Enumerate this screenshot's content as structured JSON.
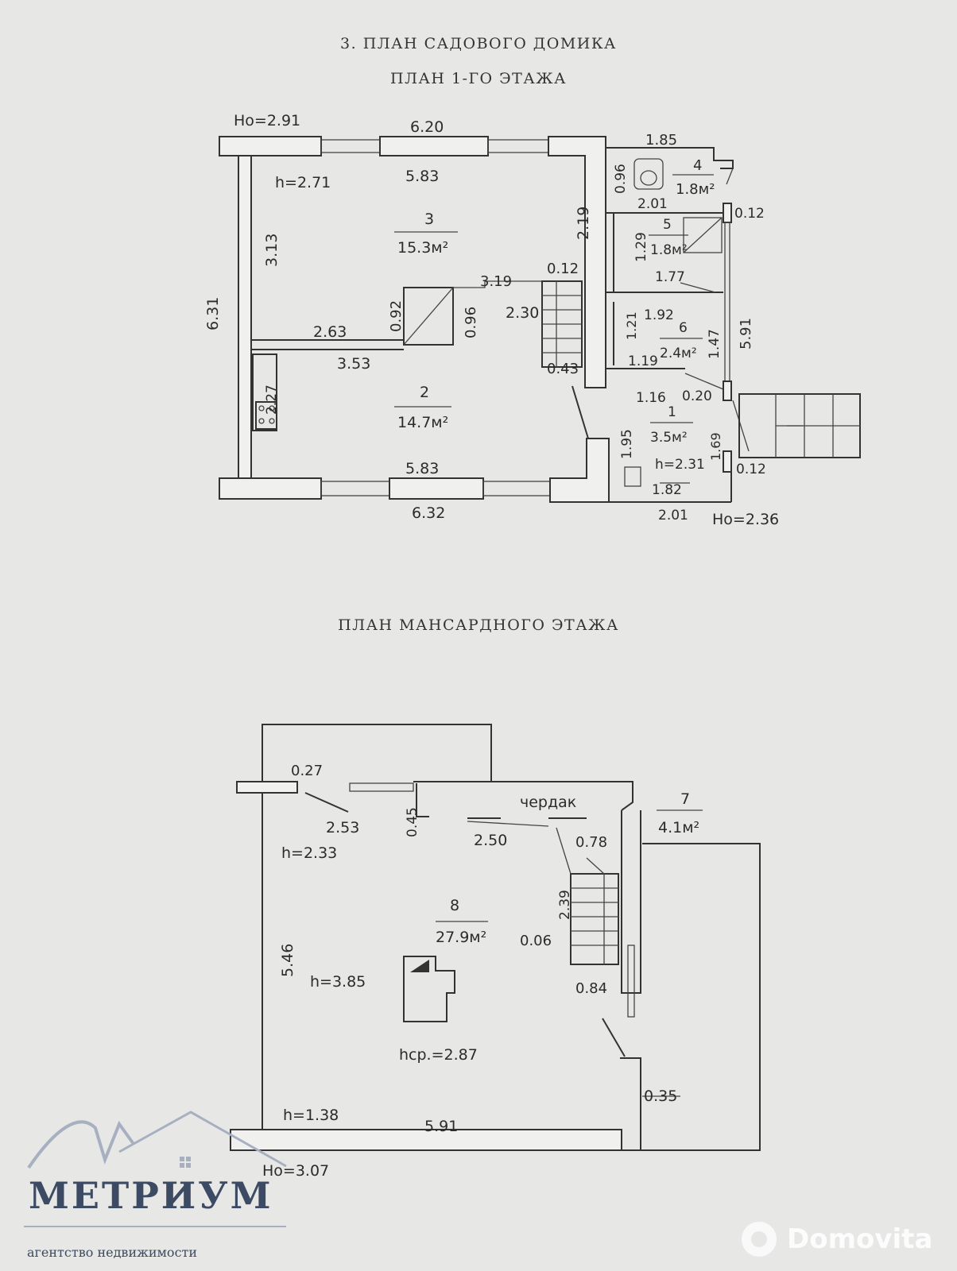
{
  "titles": {
    "main": "3. ПЛАН САДОВОГО ДОМИКА",
    "first_floor": "ПЛАН 1-ГО ЭТАЖА",
    "attic_floor": "ПЛАН МАНСАРДНОГО ЭТАЖА"
  },
  "first_floor": {
    "labels": {
      "ho_top": "Ho=2.91",
      "ho_bottom": "Ho=2.36",
      "h_main": "h=2.71",
      "h_entry": "h=2.31"
    },
    "dimensions": {
      "top_outer": "6.20",
      "top_inner": "5.83",
      "bottom_outer": "6.32",
      "bottom_inner": "5.83",
      "left_height": "6.31",
      "room3_height": "3.13",
      "room2_width_top": "2.63",
      "room2_width": "3.53",
      "kitchen": "2.27",
      "partition_092": "0.92",
      "partition_096": "0.96",
      "stair_319": "3.19",
      "stair_012": "0.12",
      "stair_230": "2.30",
      "stair_043": "0.43",
      "wall_219": "2.19",
      "wc_width_outer": "1.85",
      "wc_096": "0.96",
      "wc_201": "2.01",
      "side_012_top": "0.12",
      "bath_129": "1.29",
      "bath_177": "1.77",
      "hall_192": "1.92",
      "hall_121": "1.21",
      "hall_119": "1.19",
      "hall_147": "1.47",
      "right_591": "5.91",
      "entry_116": "1.16",
      "entry_020": "0.20",
      "entry_195": "1.95",
      "entry_169": "1.69",
      "side_012_bottom": "0.12",
      "entry_182": "1.82",
      "entry_201": "2.01"
    },
    "rooms": [
      {
        "num": "3",
        "area": "15.3м²"
      },
      {
        "num": "2",
        "area": "14.7м²"
      },
      {
        "num": "4",
        "area": "1.8м²"
      },
      {
        "num": "5",
        "area": "1.8м²"
      },
      {
        "num": "6",
        "area": "2.4м²"
      },
      {
        "num": "1",
        "area": "3.5м²"
      }
    ]
  },
  "attic_floor": {
    "labels": {
      "cherdak": "чердак",
      "h_233": "h=2.33",
      "h_385": "h=3.85",
      "hsr": "hср.=2.87",
      "h_138": "h=1.38",
      "ho": "Ho=3.07"
    },
    "dimensions": {
      "d_027": "0.27",
      "d_253": "2.53",
      "d_045": "0.45",
      "d_250": "2.50",
      "d_078": "0.78",
      "d_239": "2.39",
      "d_006": "0.06",
      "d_084": "0.84",
      "d_546": "5.46",
      "d_035": "0.35",
      "d_591": "5.91"
    },
    "rooms": [
      {
        "num": "7",
        "area": "4.1м²"
      },
      {
        "num": "8",
        "area": "27.9м²"
      }
    ]
  },
  "logo": {
    "name": "МЕТРИУМ",
    "subtitle": "агентство недвижимости"
  },
  "watermark": {
    "text": "Domovita"
  }
}
